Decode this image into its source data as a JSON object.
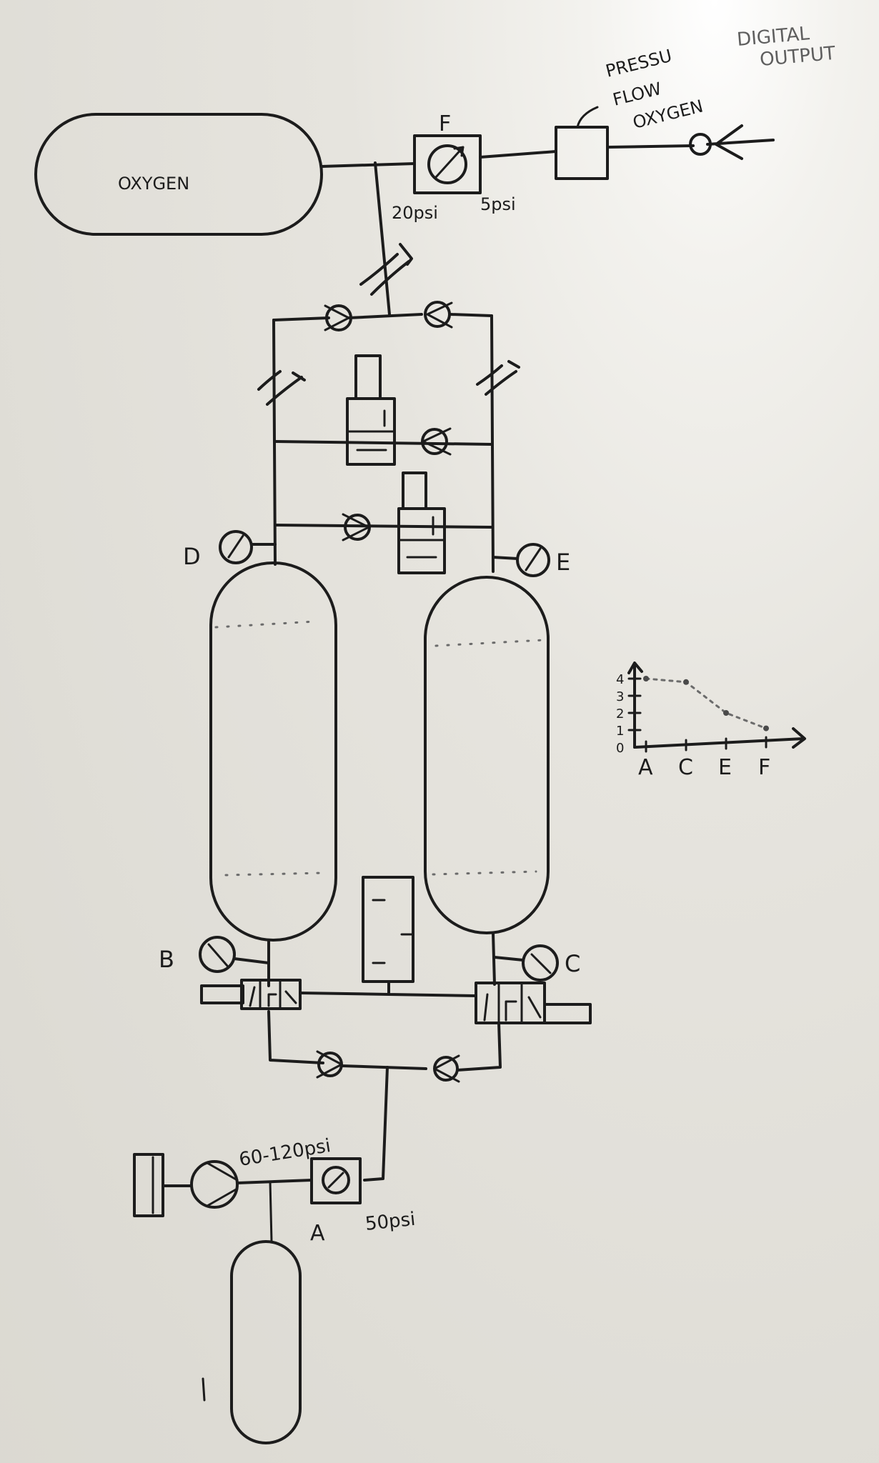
{
  "labels": {
    "oxygen_tank": "OXYGEN",
    "regulator_f": "F",
    "pressure_20": "20psi",
    "pressure_5": "5psi",
    "sensor_lines": [
      "PRESSU",
      "FLOW",
      "OXYGEN"
    ],
    "digital_output": [
      "DIGITAL",
      "OUTPUT"
    ],
    "gauge_d": "D",
    "gauge_e": "E",
    "gauge_b": "B",
    "gauge_c": "C",
    "regulator_a": "A",
    "pressure_range": "60-120psi",
    "pressure_50": "50psi"
  },
  "chart_data": {
    "type": "line",
    "categories": [
      "A",
      "C",
      "E",
      "F"
    ],
    "yticks": [
      "0",
      "1",
      "2",
      "3",
      "4"
    ],
    "x": [
      0,
      1,
      2,
      3
    ],
    "values": [
      4,
      3.8,
      2,
      1.1
    ],
    "ylim": [
      0,
      4.5
    ],
    "title": "",
    "xlabel": "",
    "ylabel": ""
  },
  "colors": {
    "ink": "#1c1c1c",
    "board": "#e6e4de",
    "faded_ink": "#5e5e5e"
  }
}
